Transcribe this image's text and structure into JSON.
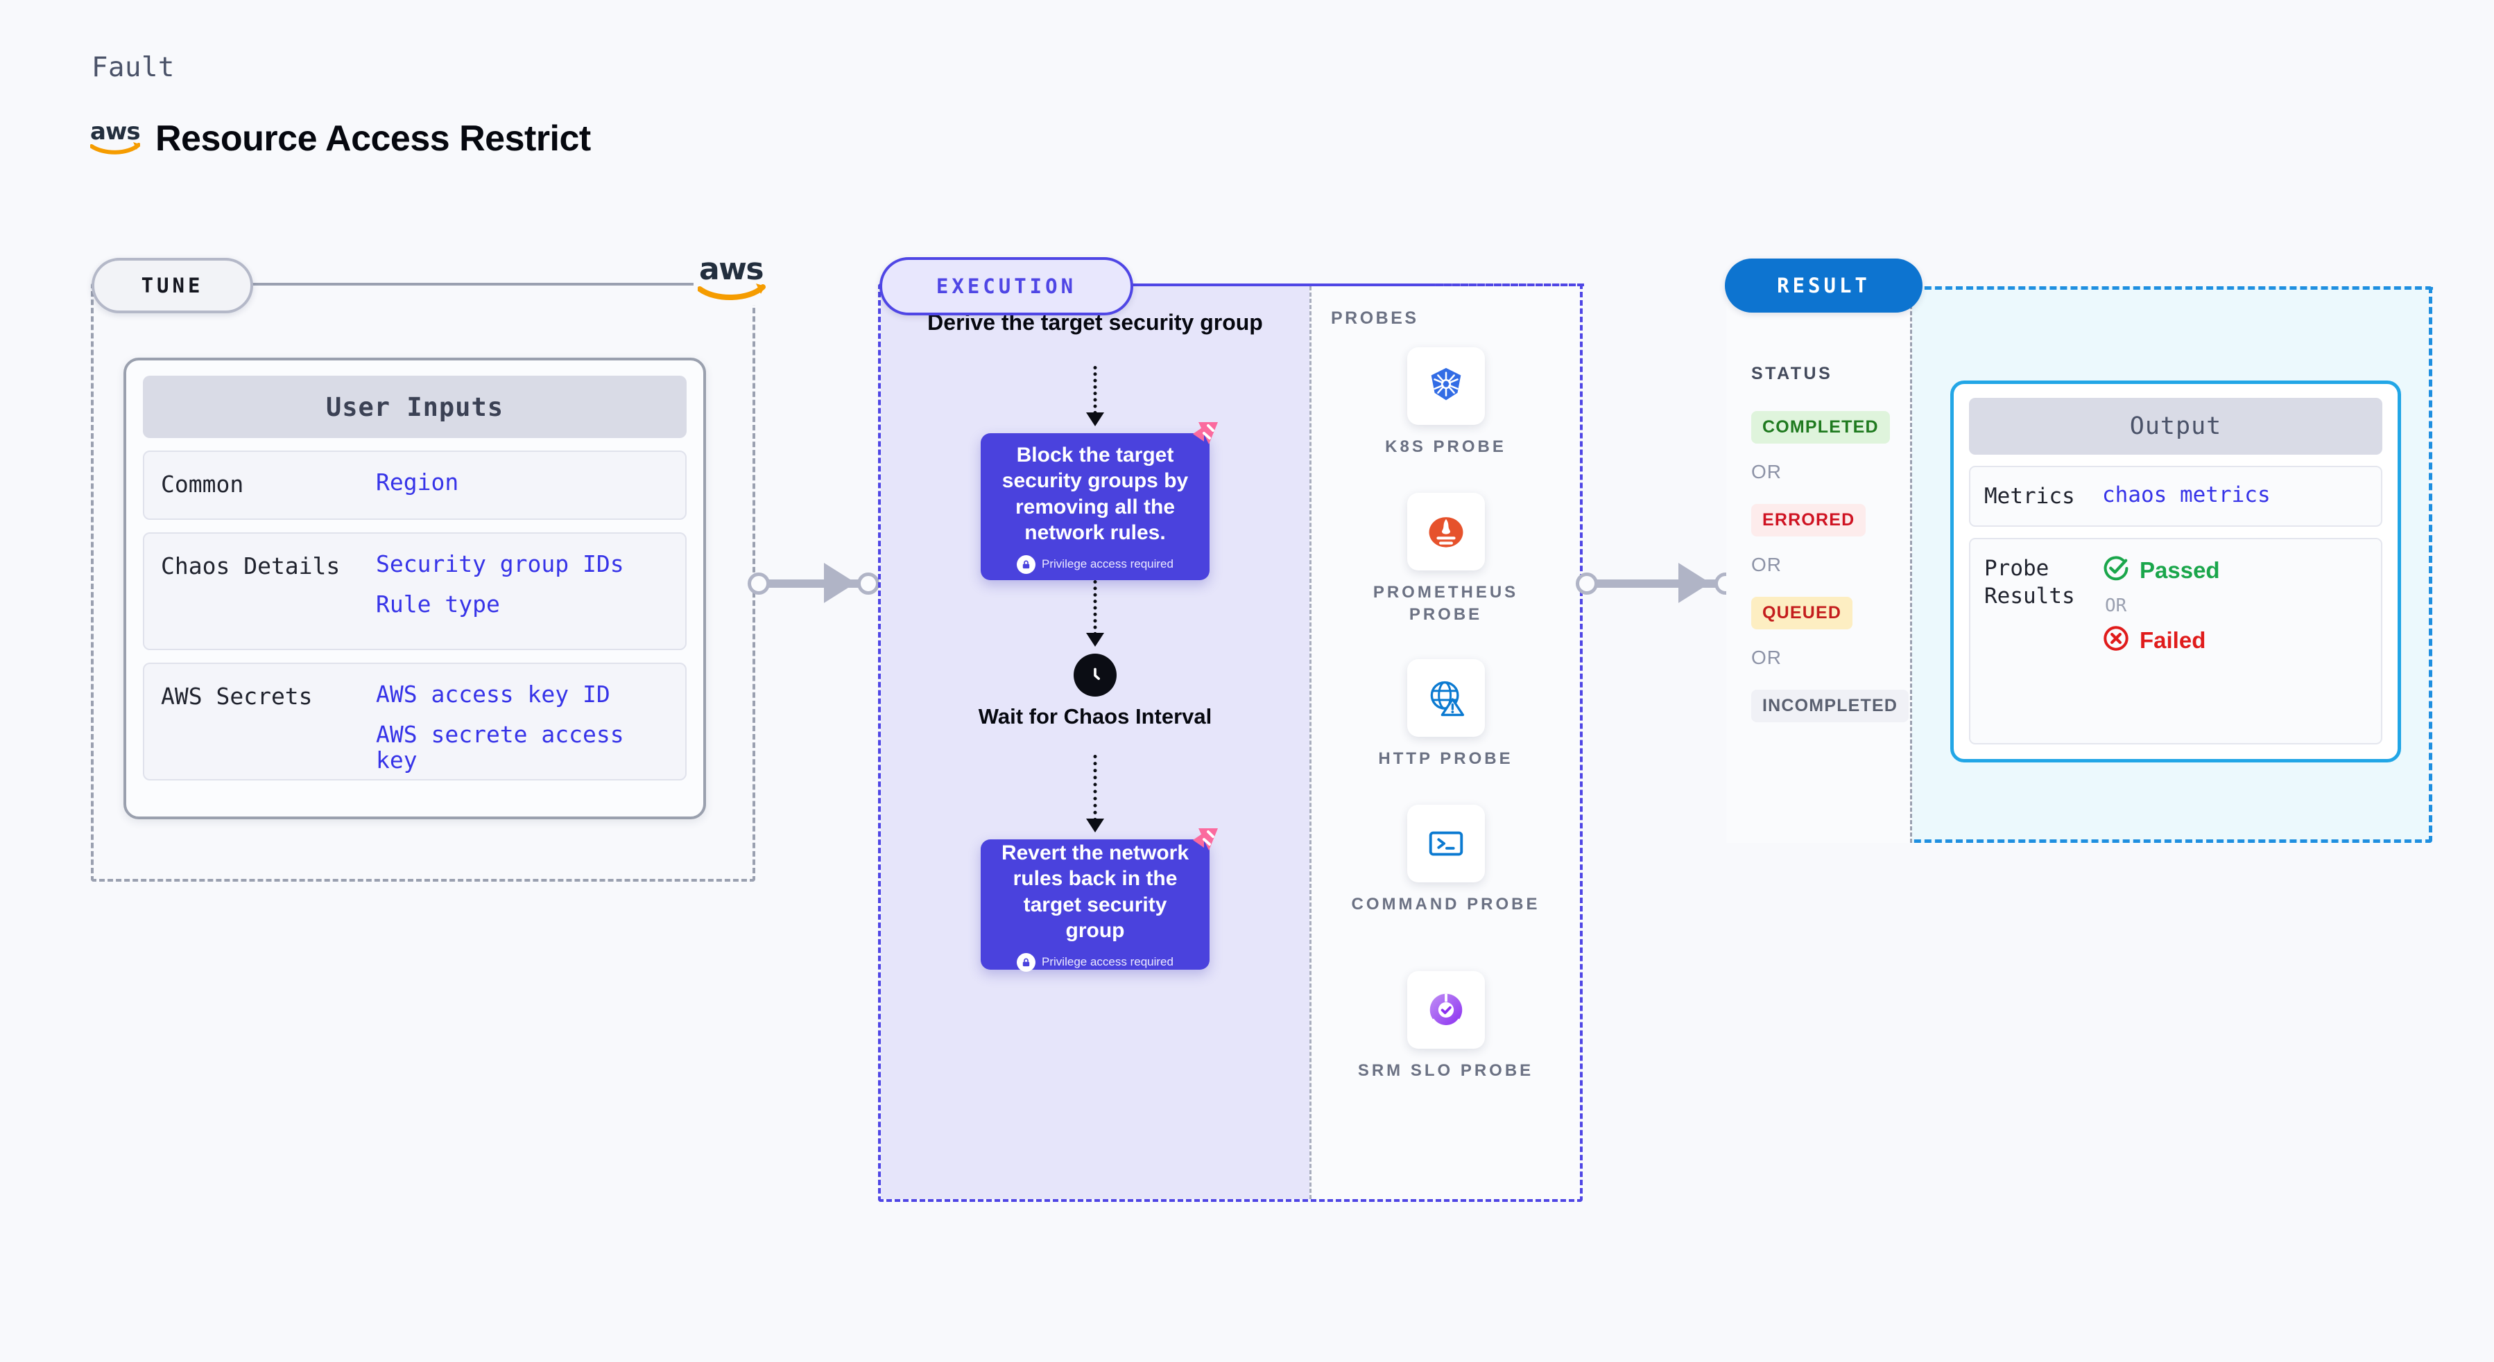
{
  "header": {
    "eyebrow": "Fault",
    "title": "Resource Access Restrict",
    "logo_icon": "aws-logo"
  },
  "tune": {
    "pill_label": "TUNE",
    "corner_logo_icon": "aws-logo",
    "card_title": "User Inputs",
    "rows": [
      {
        "key": "Common",
        "values": [
          "Region"
        ]
      },
      {
        "key": "Chaos Details",
        "values": [
          "Security group IDs",
          "Rule type"
        ]
      },
      {
        "key": "AWS Secrets",
        "values": [
          "AWS access key ID",
          "AWS secrete access key"
        ]
      }
    ]
  },
  "execution": {
    "pill_label": "EXECUTION",
    "step_title": "Derive the target security group",
    "block_step": {
      "text": "Block the target security groups by removing all the network rules.",
      "privilege_note": "Privilege access required",
      "lock_icon": "lock-icon",
      "brand_icon": "harness-logo"
    },
    "wait_step": {
      "label": "Wait for Chaos Interval",
      "icon": "clock-icon"
    },
    "revert_step": {
      "text": "Revert the network rules back in the target security group",
      "privilege_note": "Privilege access required",
      "lock_icon": "lock-icon",
      "brand_icon": "harness-logo"
    }
  },
  "probes": {
    "title": "PROBES",
    "items": [
      {
        "label": "K8S PROBE",
        "icon": "kubernetes-icon"
      },
      {
        "label": "PROMETHEUS PROBE",
        "icon": "prometheus-icon"
      },
      {
        "label": "HTTP PROBE",
        "icon": "http-globe-warning-icon"
      },
      {
        "label": "COMMAND PROBE",
        "icon": "terminal-icon"
      },
      {
        "label": "SRM SLO PROBE",
        "icon": "srm-slo-icon"
      }
    ]
  },
  "result": {
    "pill_label": "RESULT",
    "status_title": "STATUS",
    "or_label": "OR",
    "statuses": [
      {
        "label": "COMPLETED",
        "color": "#1f7a1f",
        "bg": "#dff4dc"
      },
      {
        "label": "ERRORED",
        "color": "#cf1322",
        "bg": "#fdecec"
      },
      {
        "label": "QUEUED",
        "color": "#c41d1d",
        "bg": "#fdeec2"
      },
      {
        "label": "INCOMPLETED",
        "color": "#5a6070",
        "bg": "#f0f1f6"
      }
    ],
    "output": {
      "title": "Output",
      "metrics_key": "Metrics",
      "metrics_value": "chaos metrics",
      "probe_results_key": "Probe Results",
      "passed_label": "Passed",
      "failed_label": "Failed",
      "or_label": "OR",
      "passed_icon": "check-circle-icon",
      "failed_icon": "x-circle-icon"
    }
  },
  "colors": {
    "accent_purple": "#4a42dd",
    "accent_blue": "#0d74d0",
    "accent_cyan": "#22a6e6",
    "harness_pink": "#fb6a9e",
    "aws_orange": "#f59c00"
  }
}
